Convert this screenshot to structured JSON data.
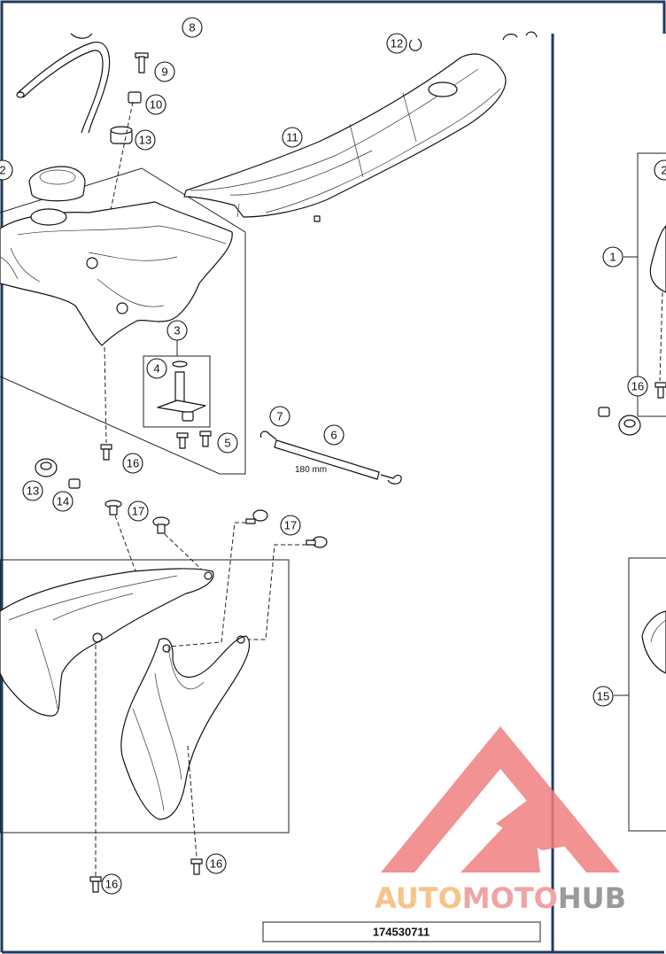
{
  "callouts": {
    "c8": "8",
    "c9": "9",
    "c10": "10",
    "c13a": "13",
    "c12": "12",
    "c11": "11",
    "c2a": "2",
    "c3": "3",
    "c4": "4",
    "c5": "5",
    "c16a": "16",
    "c7": "7",
    "c6": "6",
    "c13b": "13",
    "c14": "14",
    "c17a": "17",
    "c17b": "17",
    "c16b": "16",
    "c16c": "16",
    "c2b": "2",
    "c1": "1",
    "c16d": "16",
    "c15": "15"
  },
  "dimension_label": "180 mm",
  "drawing_code": "174530711",
  "watermark": {
    "part1": "AUTO",
    "part2": "MOTO",
    "part3": "HUB",
    "color1": "#f6c38a",
    "color2": "#f2a3a3",
    "color3": "#9a9a9a",
    "logo_color": "#f07f7f"
  }
}
